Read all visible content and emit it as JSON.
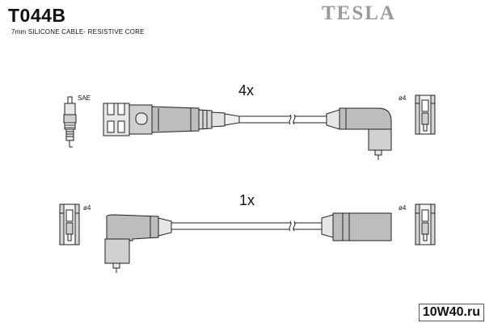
{
  "header": {
    "part_number": "T044B",
    "subtitle": "7mm SILICONE CABLE- RESISTIVE CORE",
    "brand": "TESLA"
  },
  "diagram": {
    "lead_set_top": {
      "quantity": "4x",
      "plug_end_label": "SAE",
      "coil_end_label": "ø4"
    },
    "lead_set_bottom": {
      "quantity": "1x",
      "left_end_label": "ø4",
      "right_end_label": "ø4"
    }
  },
  "watermark": {
    "text": "10W40.ru"
  }
}
